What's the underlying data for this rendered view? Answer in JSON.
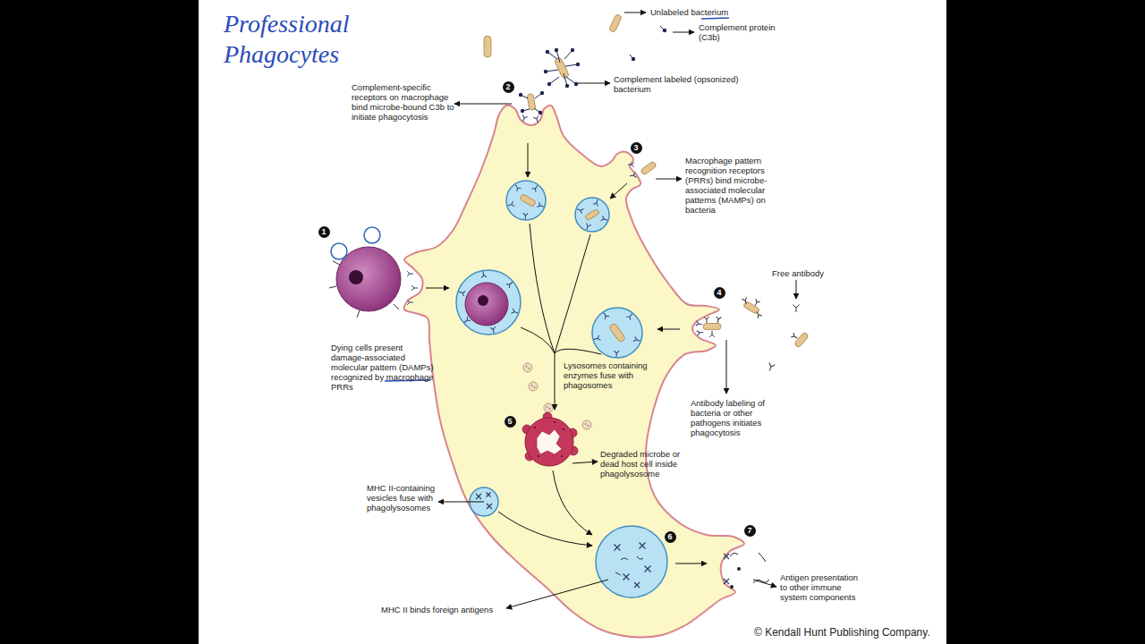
{
  "diagram": {
    "title": "Professional Phagocytes",
    "labels": [
      "Unlabeled bacterium",
      "Complement protein (C3b)",
      "2",
      "Complement-specific receptors on macrophage bind microbe-bound C3b to initiate phagocytosis",
      "Complement labeled (opsonized) bacterium",
      "3",
      "Macrophage pattern recognition receptors (PRRs) bind microbe-associated molecular patterns (MAMPs) on bacteria",
      "1",
      "Free antibody",
      "4",
      "Dying cells present damage-associated molecular pattern (DAMPs) recognized by macrophage PRRs",
      "Lysosomes containing enzymes fuse with phagosomes",
      "Antibody labeling of bacteria or other pathogens initiates phagocytosis",
      "5",
      "Degraded microbe or dead host cell inside phagolysosome",
      "MHC II-containing vesicles fuse with phagolysosomes",
      "7",
      "6",
      "Antigen presentation to other immune system components",
      "MHC II binds foreign antigens",
      "© Kendall Hunt Publishing Company."
    ]
  }
}
